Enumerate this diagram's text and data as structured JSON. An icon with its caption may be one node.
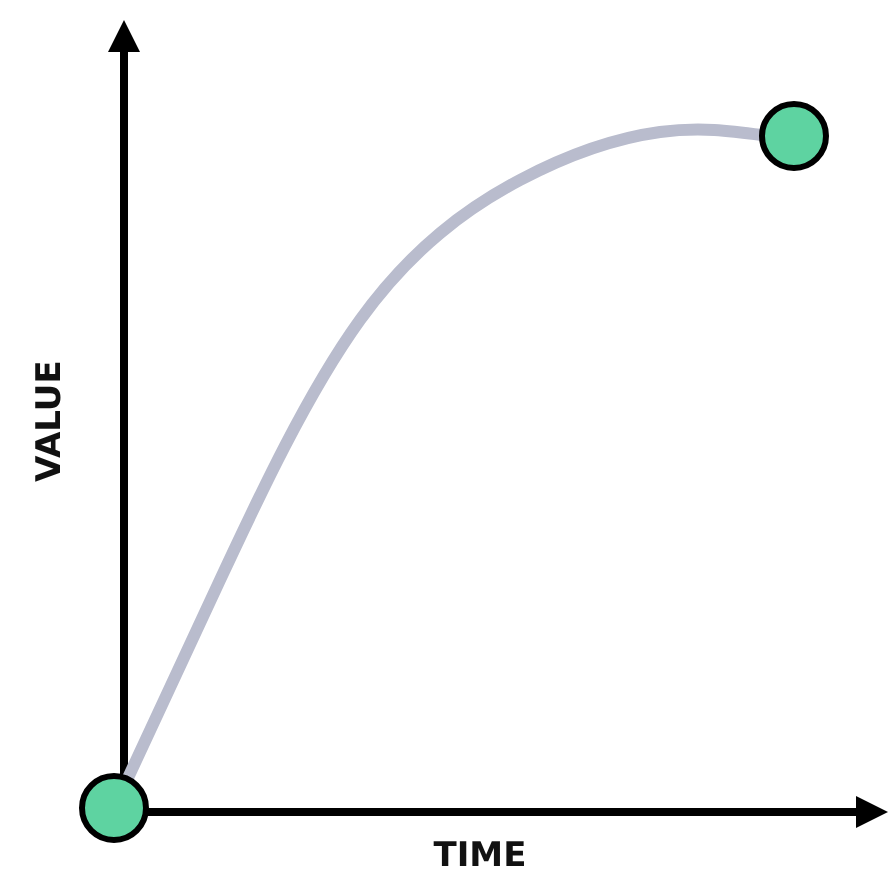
{
  "diagram": {
    "nodes": [
      {
        "text": [],
        "shape": "circle"
      },
      {
        "text": [],
        "shape": "circle"
      }
    ],
    "edges": [
      {
        "from": 0,
        "to": 1,
        "arrow": "none"
      }
    ],
    "labels": [
      "VALUE",
      "TIME"
    ]
  }
}
